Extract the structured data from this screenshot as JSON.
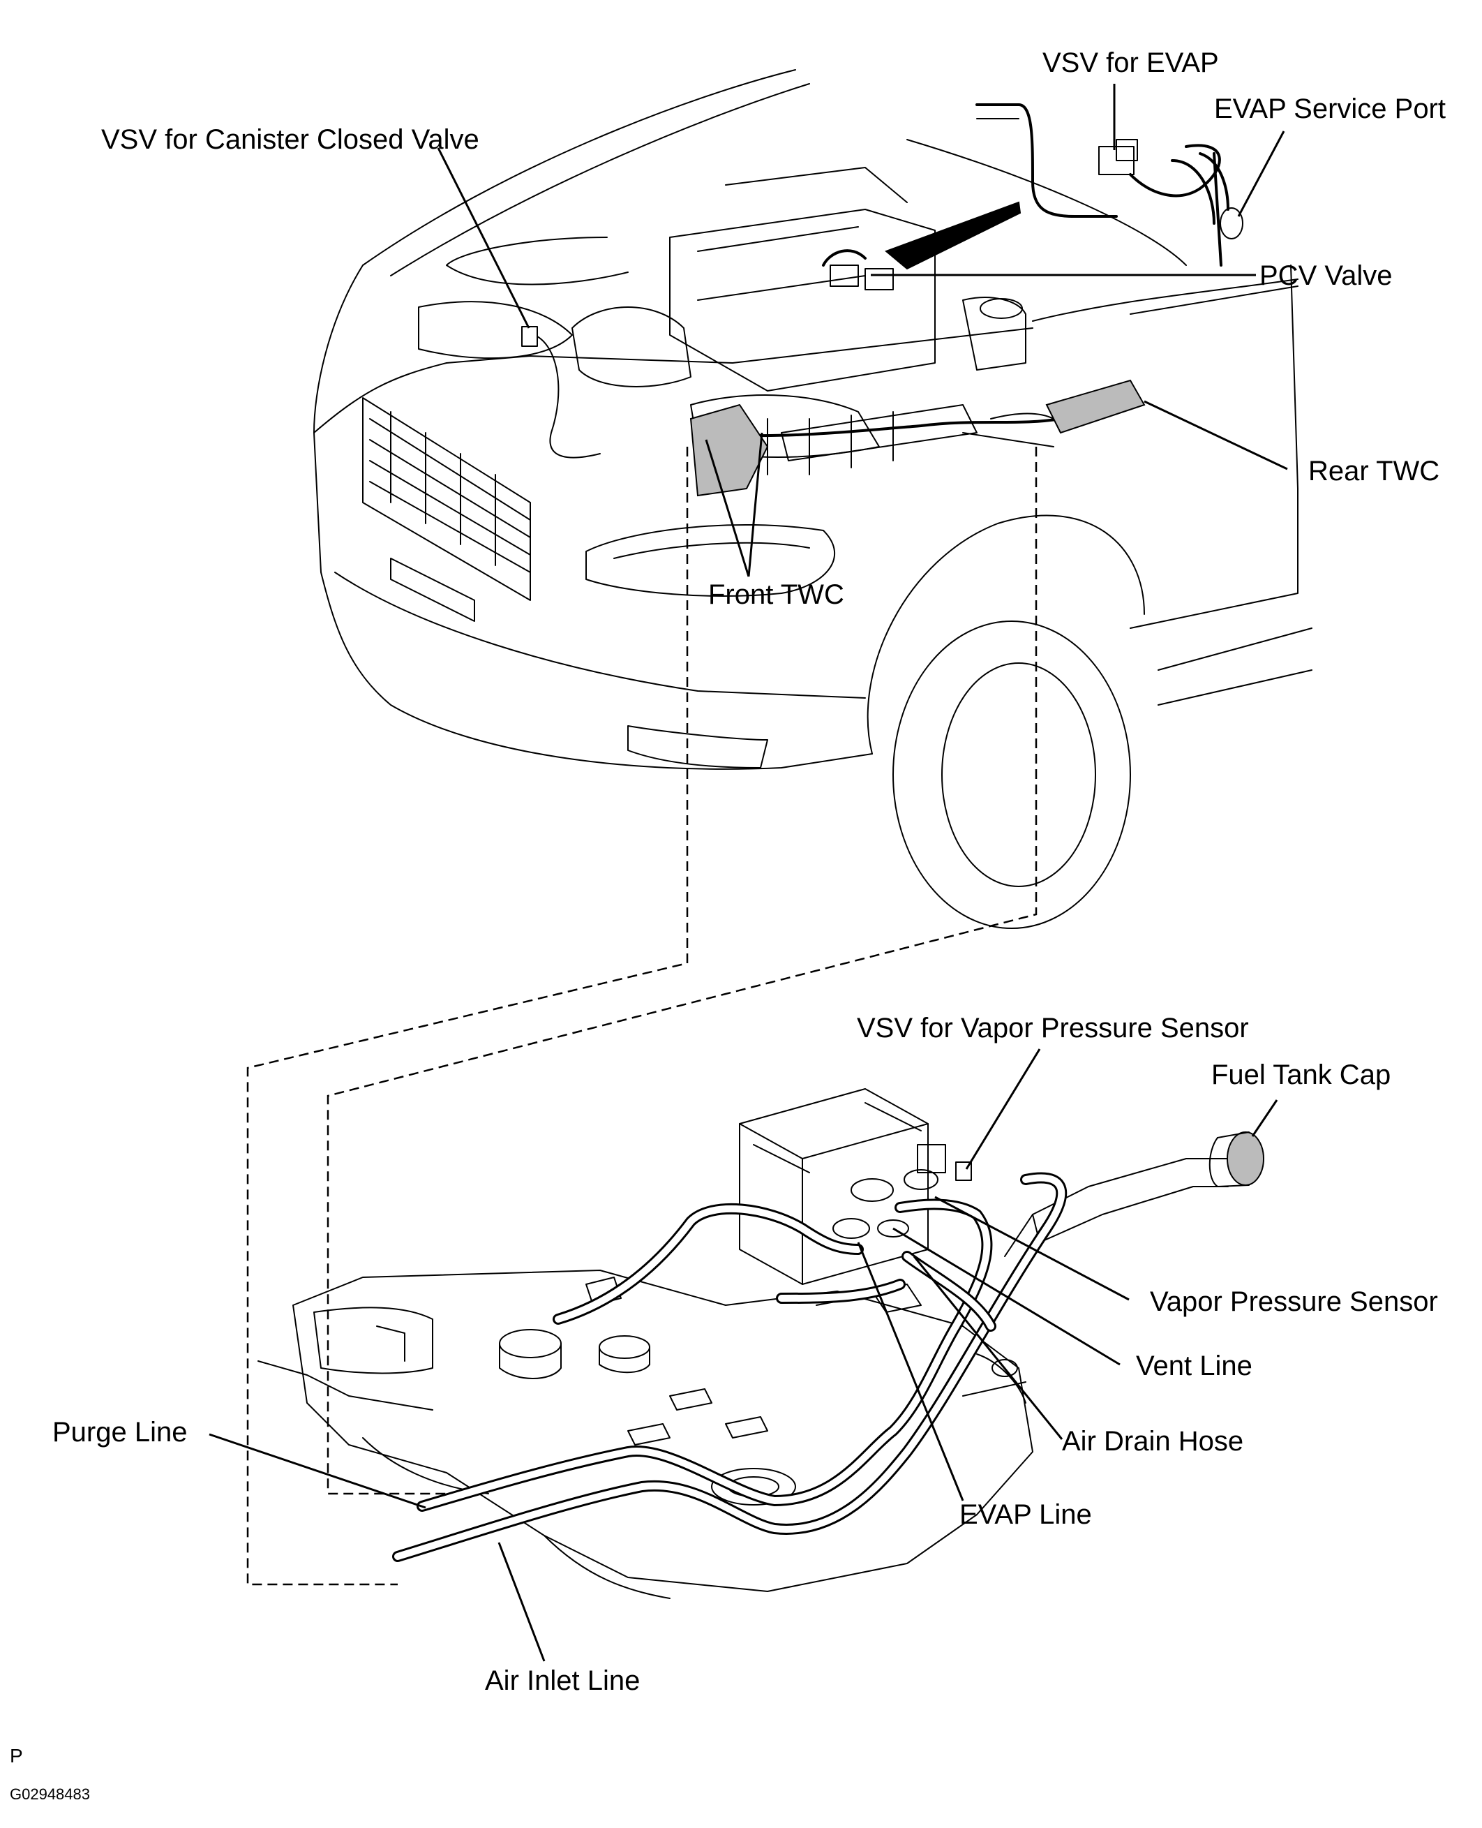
{
  "labels": {
    "vsv_evap": "VSV for EVAP",
    "evap_service_port": "EVAP Service Port",
    "vsv_canister_closed_valve": "VSV for Canister Closed Valve",
    "pcv_valve": "PCV Valve",
    "rear_twc": "Rear TWC",
    "front_twc": "Front TWC",
    "vsv_vapor_pressure_sensor": "VSV for Vapor Pressure Sensor",
    "fuel_tank_cap": "Fuel Tank Cap",
    "vapor_pressure_sensor": "Vapor Pressure Sensor",
    "vent_line": "Vent Line",
    "air_drain_hose": "Air Drain Hose",
    "purge_line": "Purge Line",
    "evap_line": "EVAP Line",
    "air_inlet_line": "Air Inlet Line"
  },
  "footer": {
    "page_code": "P",
    "figure_id": "G02948483"
  }
}
